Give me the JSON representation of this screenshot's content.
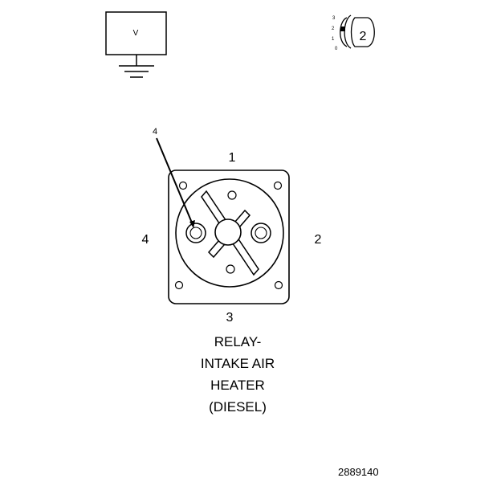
{
  "voltmeter": {
    "symbol": "V"
  },
  "connector_view": {
    "pin_scale": [
      "3",
      "2",
      "1",
      "0"
    ],
    "number": "2"
  },
  "relay": {
    "callout": "4",
    "terminal_labels": {
      "top": "1",
      "right": "2",
      "bottom": "3",
      "left": "4"
    },
    "caption": [
      "RELAY-",
      "INTAKE AIR",
      "HEATER",
      "(DIESEL)"
    ]
  },
  "figure_number": "2889140"
}
